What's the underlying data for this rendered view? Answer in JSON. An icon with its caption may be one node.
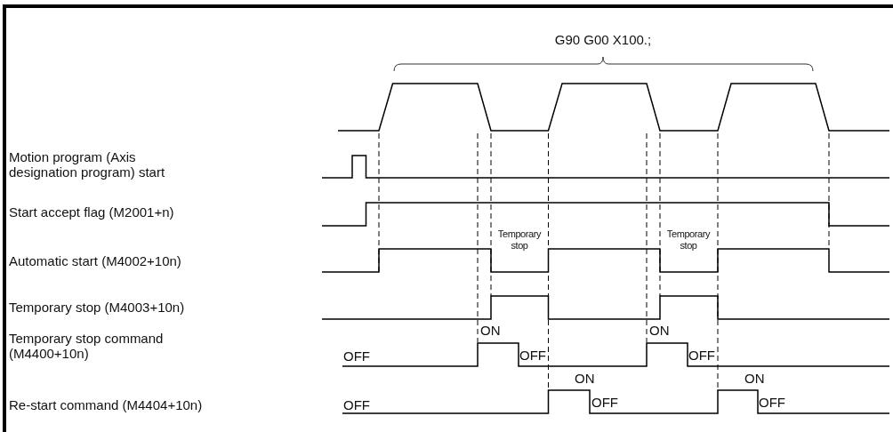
{
  "diagram": {
    "labels": [
      "G90 G00 X100.;",
      "Motion program (Axis designation program) start",
      "Start accept flag (M2001+n)",
      "Temporary stop",
      "Temporary stop",
      "Automatic start (M4002+10n)",
      "Temporary stop (M4003+10n)",
      "ON",
      "ON",
      "Temporary stop command (M4400+10n)",
      "OFF",
      "OFF",
      "OFF",
      "ON",
      "ON",
      "Re-start command (M4404+10n)",
      "OFF",
      "OFF",
      "OFF"
    ]
  }
}
